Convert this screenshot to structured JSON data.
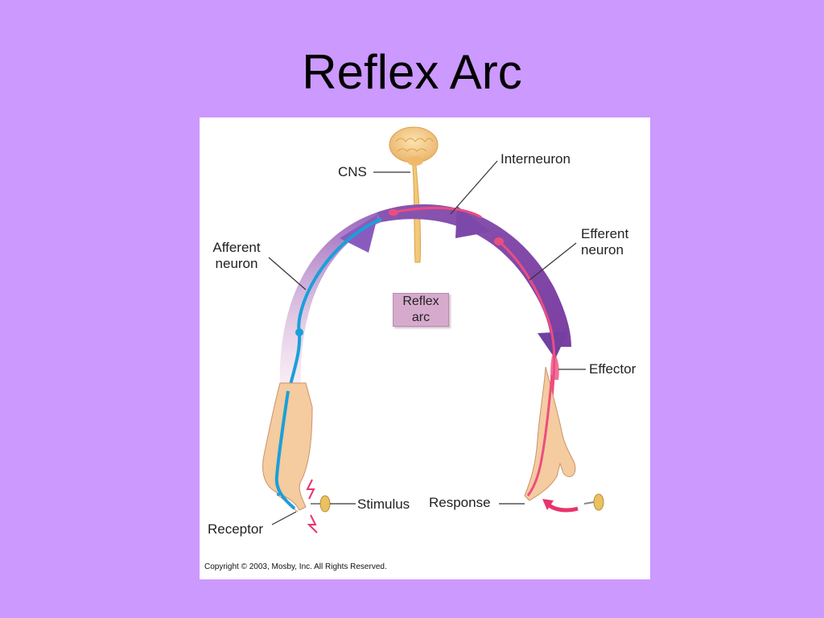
{
  "slide": {
    "title": "Reflex Arc"
  },
  "figure": {
    "labels": {
      "cns": "CNS",
      "interneuron": "Interneuron",
      "afferent_neuron": "Afferent\nneuron",
      "efferent_neuron": "Efferent\nneuron",
      "effector": "Effector",
      "stimulus": "Stimulus",
      "response": "Response",
      "receptor": "Receptor",
      "reflex_arc": "Reflex\narc"
    },
    "copyright": "Copyright © 2003, Mosby, Inc. All Rights Reserved."
  },
  "colors": {
    "background": "#cc99ff",
    "arc": "#8b5ba8",
    "afferent": "#1aa0d8",
    "efferent": "#e8336d",
    "skin": "#f5cba0"
  }
}
